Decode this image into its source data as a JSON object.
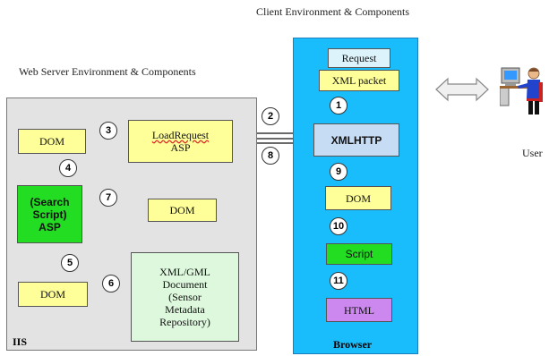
{
  "client_env_title": "Client Environment & Components",
  "server_env_title": "Web Server Environment & Components",
  "iis_label": "IIS",
  "browser_label": "Browser",
  "user_label": "User",
  "browser_components": {
    "request": "Request",
    "xml_packet": "XML packet",
    "xmlhttp": "XMLHTTP",
    "dom": "DOM",
    "script": "Script",
    "html": "HTML"
  },
  "server_components": {
    "dom_top": "DOM",
    "load_request_line1": "LoadRequest",
    "load_request_line2": "ASP",
    "search_line1": "(Search",
    "search_line2": "Script)",
    "search_line3": "ASP",
    "dom_middle": "DOM",
    "dom_bottom": "DOM",
    "repo_line1": "XML/GML",
    "repo_line2": "Document",
    "repo_line3": "(Sensor",
    "repo_line4": "Metadata",
    "repo_line5": "Repository)"
  },
  "step_numbers": [
    "1",
    "2",
    "3",
    "4",
    "5",
    "6",
    "7",
    "8",
    "9",
    "10",
    "11"
  ]
}
